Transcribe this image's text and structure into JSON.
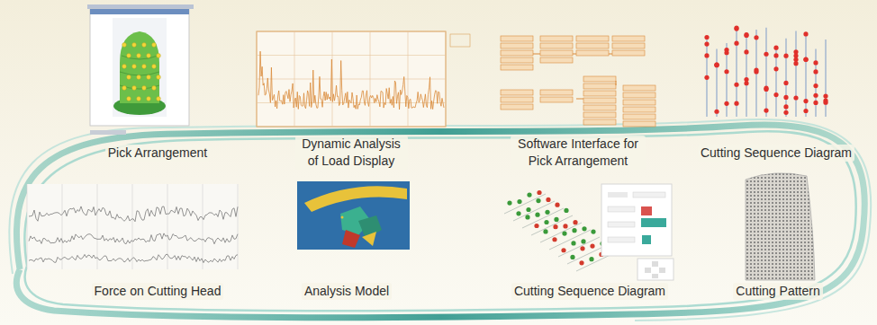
{
  "diagram": {
    "nodes": [
      {
        "text": [
          "Pick Arrangement"
        ]
      },
      {
        "text": [
          "Dynamic Analysis of Load Display"
        ]
      },
      {
        "text": [
          "Software Interface for Pick Arrangement"
        ]
      },
      {
        "text": [
          "Cutting Sequence Diagram"
        ]
      },
      {
        "text": [
          "Force on Cutting Head"
        ]
      },
      {
        "text": [
          "Analysis Model"
        ]
      },
      {
        "text": [
          "Cutting Sequence Diagram"
        ]
      },
      {
        "text": [
          "Cutting Pattern"
        ]
      }
    ]
  }
}
